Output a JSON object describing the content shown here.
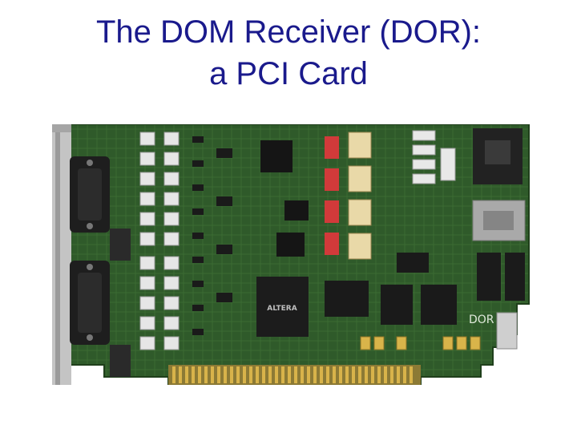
{
  "slide": {
    "title_line1": "The DOM Receiver (DOR):",
    "title_line2": "a PCI Card"
  },
  "photo": {
    "subject": "pci-card-photo",
    "silkscreen_label": "DOR",
    "chip_logo": "ALTERA",
    "colors": {
      "pcb": "#2f5a2a",
      "pcb_dark": "#23461f",
      "gold": "#c9a23a",
      "chip": "#1c1c1c",
      "bracket": "#b9b9b9",
      "accent_text": "#1a1a8c"
    }
  }
}
